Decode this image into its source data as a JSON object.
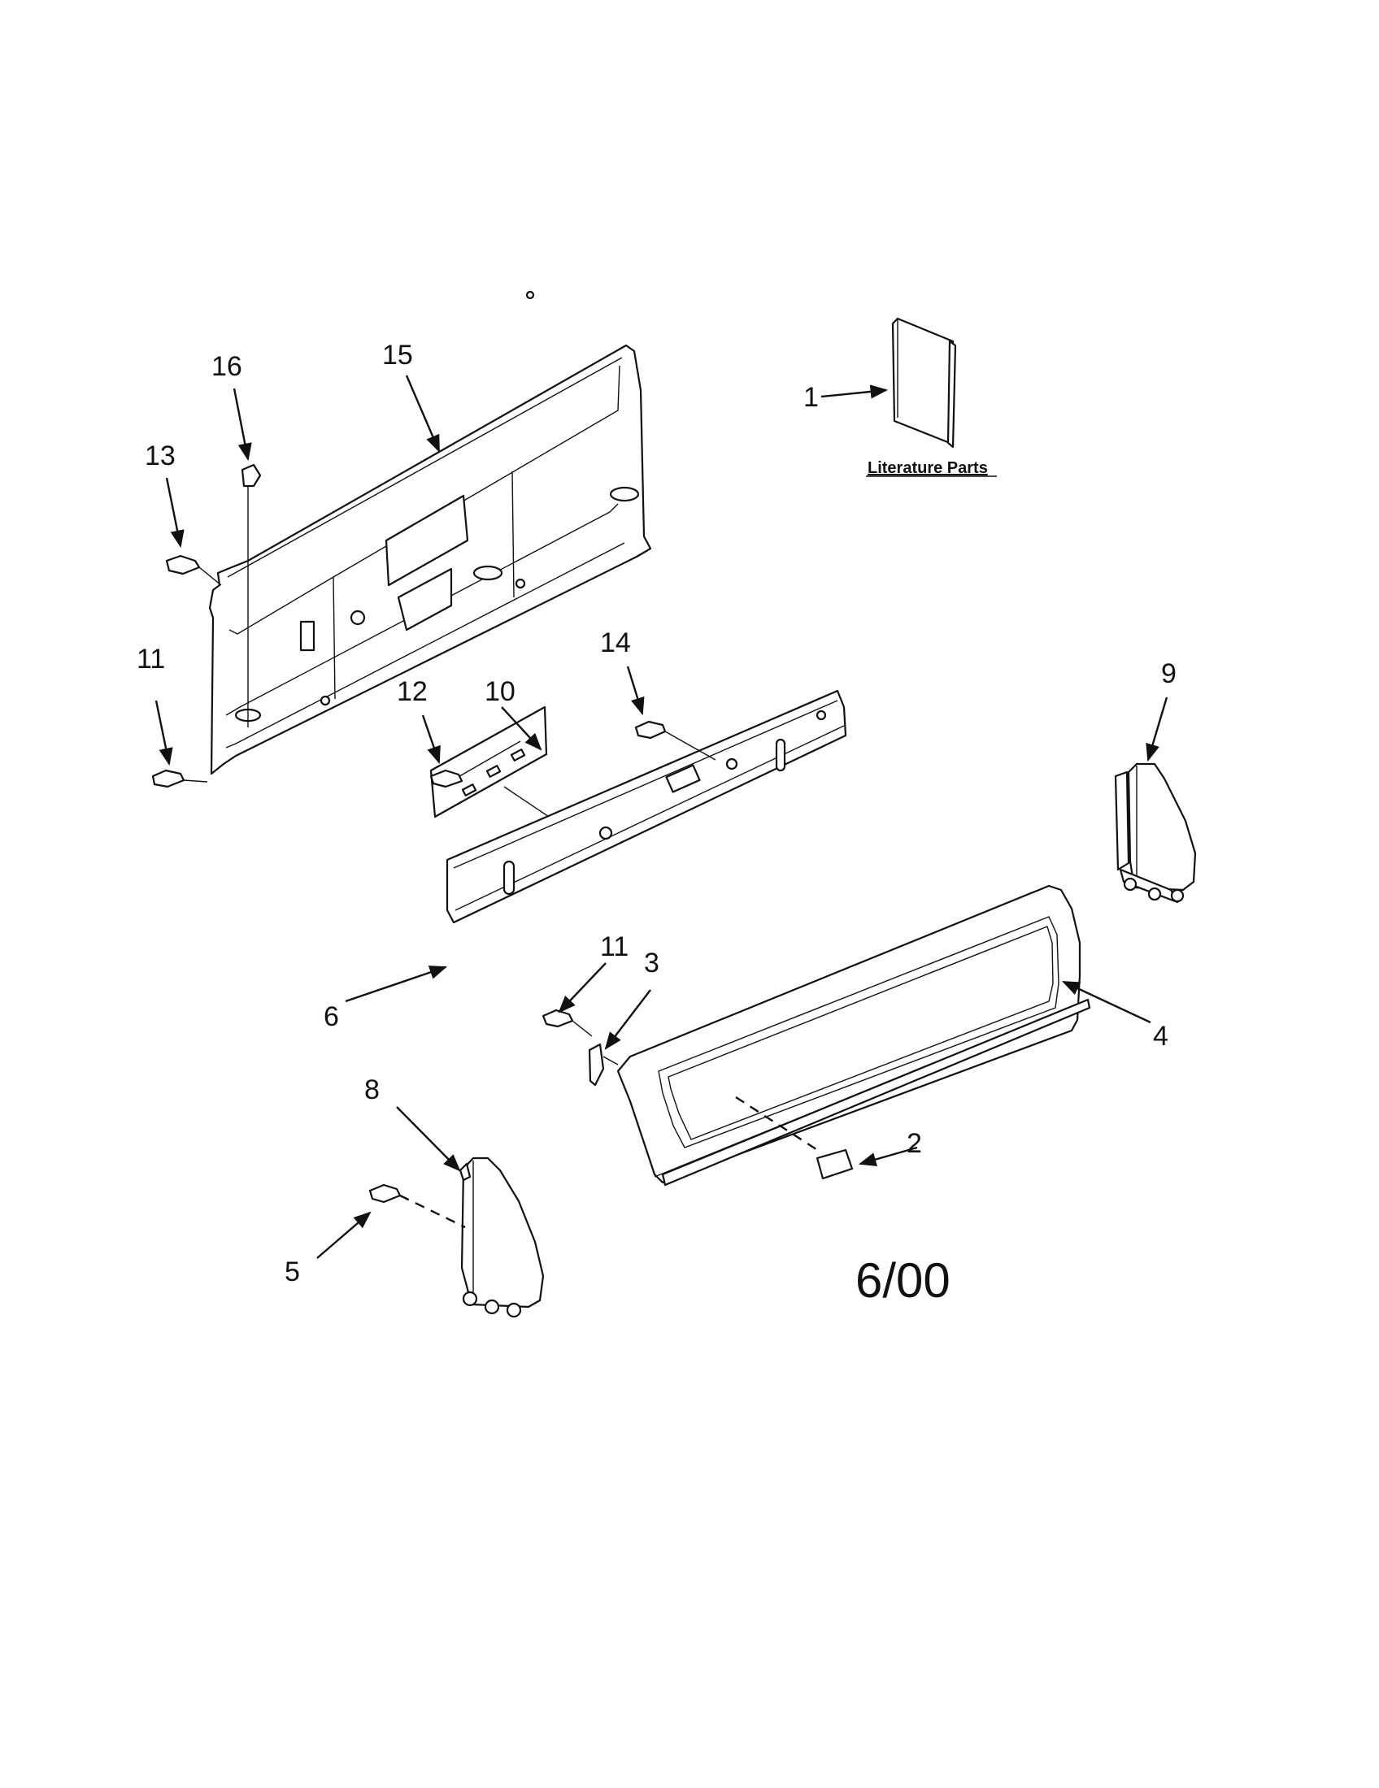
{
  "callouts": {
    "c1": "1",
    "c2": "2",
    "c3": "3",
    "c4": "4",
    "c5": "5",
    "c6": "6",
    "c8": "8",
    "c9": "9",
    "c10": "10",
    "c11a": "11",
    "c11b": "11",
    "c12": "12",
    "c13": "13",
    "c14": "14",
    "c15": "15",
    "c16": "16"
  },
  "literature_label": "Literature Parts",
  "date_code": "6/00"
}
